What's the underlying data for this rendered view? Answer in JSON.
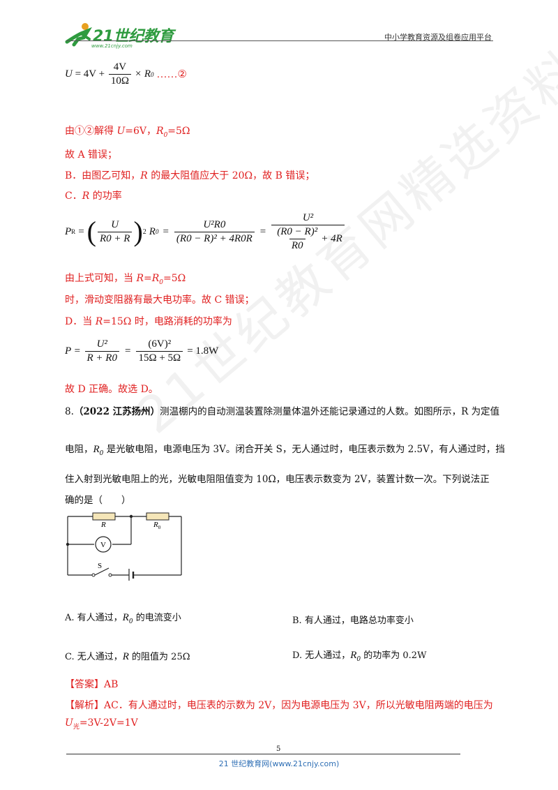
{
  "header": {
    "logo_text": "21世纪教育",
    "logo_url": "www.21cnjy.com",
    "right_text": "中小学教育资源及组卷应用平台"
  },
  "watermark": "21世纪教育网精选资料",
  "eq2": {
    "lhs": "U",
    "eq": " = 4V + ",
    "num": "4V",
    "den": "10Ω",
    "tail": "× R",
    "tail_sub": "0",
    "marker": "……②"
  },
  "lines": {
    "l1_prefix": "由①②解得 ",
    "l1_u": "U",
    "l1_mid": "=6V，",
    "l1_r": "R",
    "l1_sub": "0",
    "l1_end": "=5Ω",
    "l2": "故 A 错误；",
    "l3_a": "B．由图乙可知，",
    "l3_r": "R",
    "l3_b": " 的最大阻值应大于 20Ω，故 B 错误；",
    "l4_a": "C．",
    "l4_r": "R",
    "l4_b": " 的功率",
    "l5_a": "由上式可知，当 ",
    "l5_r": "R",
    "l5_eq": "=",
    "l5_r0": "R",
    "l5_sub": "0",
    "l5_b": "=5Ω",
    "l6": "时，滑动变阻器有最大电功率。故 C 错误；",
    "l7_a": "D．当 ",
    "l7_r": "R",
    "l7_b": "=15Ω 时，电路消耗的功率为",
    "l8": "故 D 正确。故选 D。"
  },
  "power_eq": {
    "p": "P",
    "p_sub": "R",
    "frac1_num": "U",
    "frac1_den": "R0 + R",
    "exp": "2",
    "r0": "R",
    "r0_sub": "0",
    "frac2_num": "U²R0",
    "frac2_den": "(R0 − R)² + 4R0R",
    "frac3_num": "U²",
    "frac3_den_num": "(R0 − R)²",
    "frac3_den_den": "R0",
    "frac3_den_tail": "+ 4R"
  },
  "p_eq": {
    "lhs": "P = ",
    "f1_num": "U²",
    "f1_den": "R + R0",
    "f2_num": "(6V)²",
    "f2_den": "15Ω + 5Ω",
    "result": "= 1.8W"
  },
  "question": {
    "number": "8.",
    "source": "（2022 江苏扬州）",
    "line1": "测温棚内的自动测温装置除测量体温外还能记录通过的人数。如图所示，R 为定值",
    "line2_a": "电阻，",
    "line2_r": "R",
    "line2_sub": "0",
    "line2_b": " 是光敏电阻，电源电压为 3V。闭合开关 S，无人通过时，电压表示数为 2.5V，有人通过时，挡",
    "line3": "住入射到光敏电阻上的光，光敏电阻阻值变为 10Ω，电压表示数变为 2V，装置计数一次。下列说法正",
    "line4": "确的是（　　）"
  },
  "circuit": {
    "r_label": "R",
    "r0_label": "R",
    "r0_sub": "0",
    "v_label": "V",
    "s_label": "S"
  },
  "options": {
    "a_pre": "A.  有人通过，",
    "a_r": "R",
    "a_sub": "0",
    "a_post": " 的电流变小",
    "b": "B.  有人通过，电路总功率变小",
    "c_pre": "C.  无人通过，",
    "c_r": "R",
    "c_post": " 的阻值为 25Ω",
    "d_pre": "D.  无人通过，",
    "d_r": "R",
    "d_sub": "0",
    "d_post": " 的功率为 0.2W"
  },
  "answer": {
    "label": "【答案】",
    "value": "AB",
    "analysis_label": "【解析】",
    "analysis_text": "AC．有人通过时，电压表的示数为 2V，因为电源电压为 3V，所以光敏电阻两端的电压为",
    "last_u": "U",
    "last_sub": "光",
    "last_rest": "=3V-2V=1V"
  },
  "footer": {
    "page": "5",
    "text": "21 世纪教育网(www.21cnjy.com)"
  }
}
